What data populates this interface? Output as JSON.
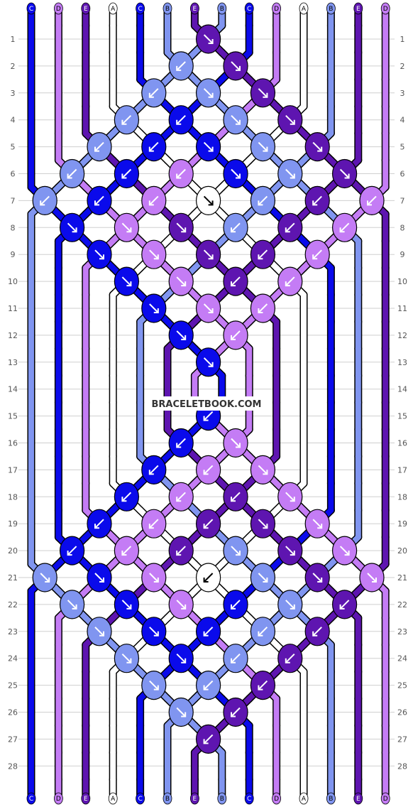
{
  "brand": "BRACELETBOOK.COM",
  "colors": {
    "A": "#ffffff",
    "B": "#8095f0",
    "C": "#0a0aeb",
    "D": "#c47cf5",
    "E": "#5e15b0"
  },
  "string_top": [
    "C",
    "D",
    "E",
    "A",
    "C",
    "B",
    "E",
    "B",
    "C",
    "D",
    "A",
    "B",
    "E",
    "D"
  ],
  "string_bottom": [
    "C",
    "D",
    "E",
    "A",
    "C",
    "B",
    "E",
    "B",
    "C",
    "D",
    "A",
    "B",
    "E",
    "D"
  ],
  "row_numbers": [
    "1",
    "2",
    "3",
    "4",
    "5",
    "6",
    "7",
    "8",
    "9",
    "10",
    "11",
    "12",
    "13",
    "14",
    "15",
    "16",
    "17",
    "18",
    "19",
    "20",
    "21",
    "22",
    "23",
    "24",
    "25",
    "26",
    "27",
    "28"
  ],
  "knots": [
    {
      "row": 1,
      "pos": 6,
      "color": "E",
      "dir": "rf"
    },
    {
      "row": 2,
      "pos": 5,
      "color": "B",
      "dir": "lf"
    },
    {
      "row": 2,
      "pos": 7,
      "color": "E",
      "dir": "rf"
    },
    {
      "row": 3,
      "pos": 4,
      "color": "B",
      "dir": "lf"
    },
    {
      "row": 3,
      "pos": 6,
      "color": "B",
      "dir": "rf"
    },
    {
      "row": 3,
      "pos": 8,
      "color": "E",
      "dir": "rf"
    },
    {
      "row": 4,
      "pos": 3,
      "color": "B",
      "dir": "lf"
    },
    {
      "row": 4,
      "pos": 5,
      "color": "C",
      "dir": "lf"
    },
    {
      "row": 4,
      "pos": 7,
      "color": "B",
      "dir": "rf"
    },
    {
      "row": 4,
      "pos": 9,
      "color": "E",
      "dir": "rf"
    },
    {
      "row": 5,
      "pos": 2,
      "color": "B",
      "dir": "lf"
    },
    {
      "row": 5,
      "pos": 4,
      "color": "C",
      "dir": "lf"
    },
    {
      "row": 5,
      "pos": 6,
      "color": "C",
      "dir": "rf"
    },
    {
      "row": 5,
      "pos": 8,
      "color": "B",
      "dir": "rf"
    },
    {
      "row": 5,
      "pos": 10,
      "color": "E",
      "dir": "rf"
    },
    {
      "row": 6,
      "pos": 1,
      "color": "B",
      "dir": "lf"
    },
    {
      "row": 6,
      "pos": 3,
      "color": "C",
      "dir": "lf"
    },
    {
      "row": 6,
      "pos": 5,
      "color": "D",
      "dir": "lf"
    },
    {
      "row": 6,
      "pos": 7,
      "color": "C",
      "dir": "rf"
    },
    {
      "row": 6,
      "pos": 9,
      "color": "B",
      "dir": "rf"
    },
    {
      "row": 6,
      "pos": 11,
      "color": "E",
      "dir": "rf"
    },
    {
      "row": 7,
      "pos": 0,
      "color": "B",
      "dir": "lf"
    },
    {
      "row": 7,
      "pos": 2,
      "color": "C",
      "dir": "lf"
    },
    {
      "row": 7,
      "pos": 4,
      "color": "D",
      "dir": "lf"
    },
    {
      "row": 7,
      "pos": 6,
      "color": "A",
      "dir": "rf"
    },
    {
      "row": 7,
      "pos": 8,
      "color": "B",
      "dir": "lf"
    },
    {
      "row": 7,
      "pos": 10,
      "color": "E",
      "dir": "lf"
    },
    {
      "row": 7,
      "pos": 12,
      "color": "D",
      "dir": "lf"
    },
    {
      "row": 8,
      "pos": 1,
      "color": "C",
      "dir": "rf"
    },
    {
      "row": 8,
      "pos": 3,
      "color": "D",
      "dir": "rf"
    },
    {
      "row": 8,
      "pos": 5,
      "color": "E",
      "dir": "rf"
    },
    {
      "row": 8,
      "pos": 7,
      "color": "B",
      "dir": "lf"
    },
    {
      "row": 8,
      "pos": 9,
      "color": "E",
      "dir": "lf"
    },
    {
      "row": 8,
      "pos": 11,
      "color": "D",
      "dir": "lf"
    },
    {
      "row": 9,
      "pos": 2,
      "color": "C",
      "dir": "rf"
    },
    {
      "row": 9,
      "pos": 4,
      "color": "D",
      "dir": "rf"
    },
    {
      "row": 9,
      "pos": 6,
      "color": "E",
      "dir": "rf"
    },
    {
      "row": 9,
      "pos": 8,
      "color": "E",
      "dir": "lf"
    },
    {
      "row": 9,
      "pos": 10,
      "color": "D",
      "dir": "lf"
    },
    {
      "row": 10,
      "pos": 3,
      "color": "C",
      "dir": "rf"
    },
    {
      "row": 10,
      "pos": 5,
      "color": "D",
      "dir": "rf"
    },
    {
      "row": 10,
      "pos": 7,
      "color": "E",
      "dir": "lf"
    },
    {
      "row": 10,
      "pos": 9,
      "color": "D",
      "dir": "lf"
    },
    {
      "row": 11,
      "pos": 4,
      "color": "C",
      "dir": "rf"
    },
    {
      "row": 11,
      "pos": 6,
      "color": "D",
      "dir": "rf"
    },
    {
      "row": 11,
      "pos": 8,
      "color": "D",
      "dir": "lf"
    },
    {
      "row": 12,
      "pos": 5,
      "color": "C",
      "dir": "rf"
    },
    {
      "row": 12,
      "pos": 7,
      "color": "D",
      "dir": "lf"
    },
    {
      "row": 13,
      "pos": 6,
      "color": "C",
      "dir": "rf"
    },
    {
      "row": 15,
      "pos": 6,
      "color": "C",
      "dir": "lf"
    },
    {
      "row": 16,
      "pos": 5,
      "color": "C",
      "dir": "lf"
    },
    {
      "row": 16,
      "pos": 7,
      "color": "D",
      "dir": "rf"
    },
    {
      "row": 17,
      "pos": 4,
      "color": "C",
      "dir": "lf"
    },
    {
      "row": 17,
      "pos": 6,
      "color": "D",
      "dir": "lf"
    },
    {
      "row": 17,
      "pos": 8,
      "color": "D",
      "dir": "rf"
    },
    {
      "row": 18,
      "pos": 3,
      "color": "C",
      "dir": "lf"
    },
    {
      "row": 18,
      "pos": 5,
      "color": "D",
      "dir": "lf"
    },
    {
      "row": 18,
      "pos": 7,
      "color": "E",
      "dir": "lf"
    },
    {
      "row": 18,
      "pos": 9,
      "color": "D",
      "dir": "rf"
    },
    {
      "row": 19,
      "pos": 2,
      "color": "C",
      "dir": "lf"
    },
    {
      "row": 19,
      "pos": 4,
      "color": "D",
      "dir": "lf"
    },
    {
      "row": 19,
      "pos": 6,
      "color": "E",
      "dir": "lf"
    },
    {
      "row": 19,
      "pos": 8,
      "color": "E",
      "dir": "rf"
    },
    {
      "row": 19,
      "pos": 10,
      "color": "D",
      "dir": "rf"
    },
    {
      "row": 20,
      "pos": 1,
      "color": "C",
      "dir": "lf"
    },
    {
      "row": 20,
      "pos": 3,
      "color": "D",
      "dir": "lf"
    },
    {
      "row": 20,
      "pos": 5,
      "color": "E",
      "dir": "lf"
    },
    {
      "row": 20,
      "pos": 7,
      "color": "B",
      "dir": "rf"
    },
    {
      "row": 20,
      "pos": 9,
      "color": "E",
      "dir": "rf"
    },
    {
      "row": 20,
      "pos": 11,
      "color": "D",
      "dir": "rf"
    },
    {
      "row": 21,
      "pos": 0,
      "color": "B",
      "dir": "rf"
    },
    {
      "row": 21,
      "pos": 2,
      "color": "C",
      "dir": "rf"
    },
    {
      "row": 21,
      "pos": 4,
      "color": "D",
      "dir": "rf"
    },
    {
      "row": 21,
      "pos": 6,
      "color": "A",
      "dir": "lf"
    },
    {
      "row": 21,
      "pos": 8,
      "color": "B",
      "dir": "rf"
    },
    {
      "row": 21,
      "pos": 10,
      "color": "E",
      "dir": "rf"
    },
    {
      "row": 21,
      "pos": 12,
      "color": "D",
      "dir": "rf"
    },
    {
      "row": 22,
      "pos": 1,
      "color": "B",
      "dir": "rf"
    },
    {
      "row": 22,
      "pos": 3,
      "color": "C",
      "dir": "rf"
    },
    {
      "row": 22,
      "pos": 5,
      "color": "D",
      "dir": "rf"
    },
    {
      "row": 22,
      "pos": 7,
      "color": "C",
      "dir": "lf"
    },
    {
      "row": 22,
      "pos": 9,
      "color": "B",
      "dir": "rf"
    },
    {
      "row": 22,
      "pos": 11,
      "color": "E",
      "dir": "lf"
    },
    {
      "row": 23,
      "pos": 2,
      "color": "B",
      "dir": "rf"
    },
    {
      "row": 23,
      "pos": 4,
      "color": "C",
      "dir": "rf"
    },
    {
      "row": 23,
      "pos": 6,
      "color": "C",
      "dir": "lf"
    },
    {
      "row": 23,
      "pos": 8,
      "color": "B",
      "dir": "lf"
    },
    {
      "row": 23,
      "pos": 10,
      "color": "E",
      "dir": "lf"
    },
    {
      "row": 24,
      "pos": 3,
      "color": "B",
      "dir": "rf"
    },
    {
      "row": 24,
      "pos": 5,
      "color": "C",
      "dir": "rf"
    },
    {
      "row": 24,
      "pos": 7,
      "color": "B",
      "dir": "lf"
    },
    {
      "row": 24,
      "pos": 9,
      "color": "E",
      "dir": "lf"
    },
    {
      "row": 25,
      "pos": 4,
      "color": "B",
      "dir": "rf"
    },
    {
      "row": 25,
      "pos": 6,
      "color": "B",
      "dir": "lf"
    },
    {
      "row": 25,
      "pos": 8,
      "color": "E",
      "dir": "lf"
    },
    {
      "row": 26,
      "pos": 5,
      "color": "B",
      "dir": "rf"
    },
    {
      "row": 26,
      "pos": 7,
      "color": "E",
      "dir": "lf"
    },
    {
      "row": 27,
      "pos": 6,
      "color": "E",
      "dir": "lf"
    }
  ]
}
